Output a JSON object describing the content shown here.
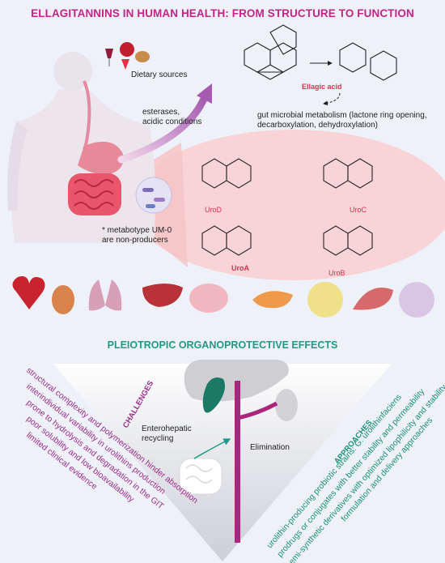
{
  "title": "ELLAGITANNINS IN HUMAN HEALTH: FROM STRUCTURE TO FUNCTION",
  "dietary_sources": "Dietary sources",
  "esterases": [
    "esterases,",
    "acidic conditions"
  ],
  "ellagic_acid": "Ellagic acid",
  "gut_metabolism": [
    "gut microbial metabolism (lactone ring opening,",
    "decarboxylation, dehydroxylation)"
  ],
  "metabotype": [
    "* metabotype UM-0",
    "are non-producers"
  ],
  "urolithins": [
    "UroD",
    "UroC",
    "UroA",
    "UroB"
  ],
  "pleiotropic": "PLEIOTROPIC ORGANOPROTECTIVE EFFECTS",
  "challenges": {
    "heading": "CHALLENGES",
    "items": [
      "structural complexity and polymerization hinder absorption",
      "interindividual variability in urolithins production",
      "prone to hydrolysis and degradation in the GIT",
      "poor solubility and low bioavailability",
      "limited clinical evidence"
    ]
  },
  "approaches": {
    "heading": "APPROACHES",
    "items": [
      "urolithin-producing probiotic strains: G. urolithinfaciens",
      "prodrugs or conjugates with better stability and permeability",
      "semi-synthetic derivatives with optimized lipophilicity and stability",
      "formulation and delivery approaches"
    ]
  },
  "enterohepatic": [
    "Enterohepatic",
    "recycling"
  ],
  "elimination": "Elimination",
  "organs": [
    "heart-icon",
    "kidney-icon",
    "lungs-icon",
    "liver-icon",
    "brain-icon",
    "pancreas-icon",
    "adipose-icon",
    "muscle-icon",
    "microbiome-icon"
  ],
  "colors": {
    "title": "#c4238a",
    "pleiotropic": "#1e9a86",
    "challenges": "#9b2c8a",
    "approaches": "#1a8f78",
    "ellagic_label": "#d2344f"
  }
}
